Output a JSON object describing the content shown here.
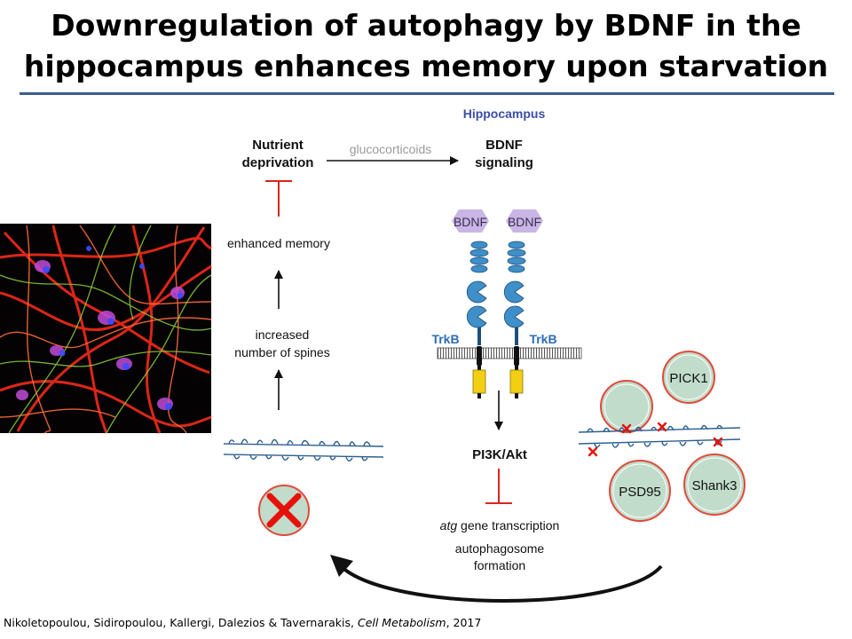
{
  "title": {
    "line1": "Downregulation of autophagy by BDNF in the",
    "line2": "hippocampus enhances memory upon starvation"
  },
  "diagram": {
    "region_label": "Hippocampus",
    "nutrient_line1": "Nutrient",
    "nutrient_line2": "deprivation",
    "glucocorticoids": "glucocorticoids",
    "bdnf_line1": "BDNF",
    "bdnf_line2": "signaling",
    "enhanced_memory": "enhanced memory",
    "spines_line1": "increased",
    "spines_line2": "number of spines",
    "bdnf_ligand": "BDNF",
    "receptor": "TrkB",
    "pi3k": "PI3K/Akt",
    "atg_italic": "atg",
    "atg_rest": " gene transcription",
    "autophagosome_line1": "autophagosome",
    "autophagosome_line2": "formation",
    "pick1": "PICK1",
    "psd95": "PSD95",
    "shank3": "Shank3",
    "colors": {
      "red": "#d9261c",
      "receptor_blue": "#3f8fc8",
      "bdnf_lavender": "#c9b5e6",
      "kinase_yellow": "#f2cf12",
      "protein_green": "#c2dccb",
      "title_rule": "#3b5d8f"
    },
    "micrograph": "neuron fluorescence micrograph"
  },
  "citation": {
    "authors": "Nikoletopoulou, Sidiropoulou, Kallergi, Dalezios & Tavernarakis, ",
    "journal": "Cell Metabolism",
    "year": ", 2017"
  }
}
